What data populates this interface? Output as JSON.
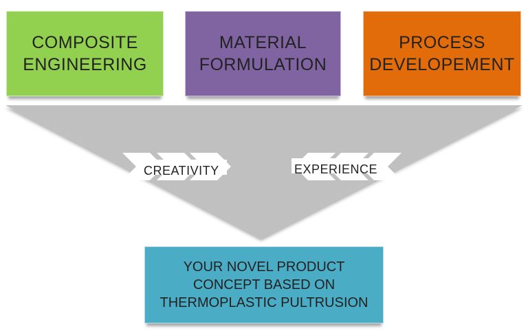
{
  "top_boxes": {
    "composite": {
      "line1": "COMPOSITE",
      "line2": "ENGINEERING",
      "color": "#92d050"
    },
    "material": {
      "line1": "MATERIAL",
      "line2": "FORMULATION",
      "color": "#8064a2"
    },
    "process": {
      "line1": "PROCESS",
      "line2": "DEVELOPEMENT",
      "color": "#e36c0a"
    }
  },
  "funnel": {
    "color": "#c0c0c0",
    "left_label": "CREATIVITY",
    "right_label": "EXPERIENCE"
  },
  "result": {
    "line1": "YOUR NOVEL PRODUCT",
    "line2": "CONCEPT BASED ON",
    "line3": "THERMOPLASTIC PULTRUSION",
    "color": "#4bacc6"
  }
}
